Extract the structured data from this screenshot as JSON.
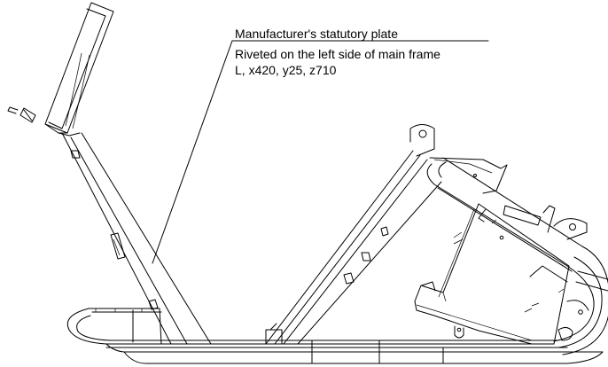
{
  "annotation": {
    "title": "Manufacturer's statutory plate",
    "description": "Riveted on the left side of main frame",
    "coordinates": "L, x420, y25, z710"
  }
}
